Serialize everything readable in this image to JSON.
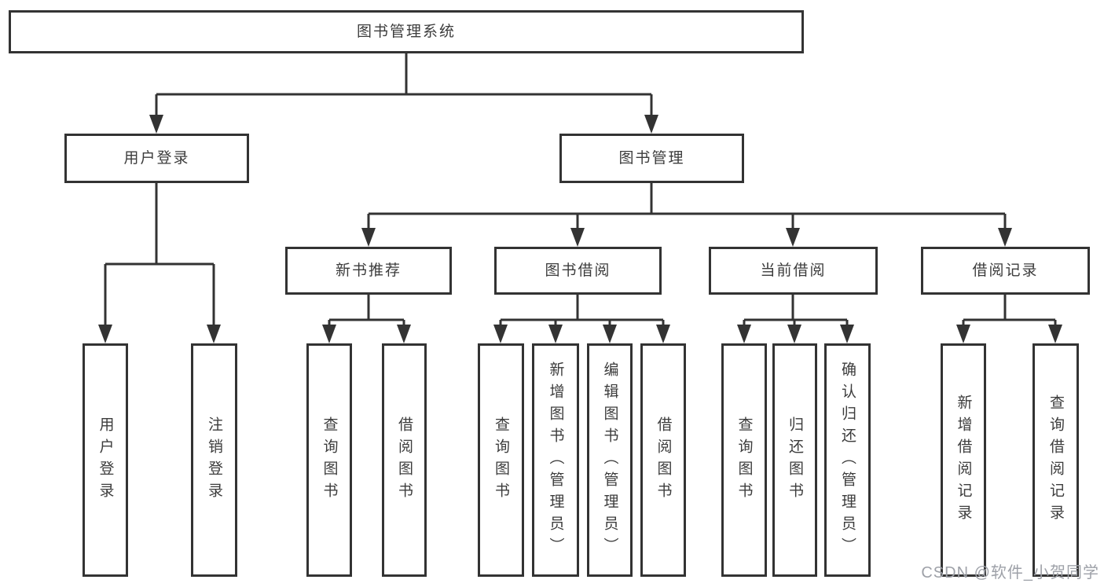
{
  "diagram": {
    "root": {
      "id": "library-management-system",
      "label": "图书管理系统"
    },
    "level2": [
      {
        "id": "user-login",
        "label": "用户登录",
        "parent": "图书管理系统"
      },
      {
        "id": "book-management",
        "label": "图书管理",
        "parent": "图书管理系统"
      }
    ],
    "level3": [
      {
        "id": "new-book-recommend",
        "label": "新书推荐",
        "parent": "图书管理"
      },
      {
        "id": "book-borrowing",
        "label": "图书借阅",
        "parent": "图书管理"
      },
      {
        "id": "current-borrowing",
        "label": "当前借阅",
        "parent": "图书管理"
      },
      {
        "id": "borrowing-records",
        "label": "借阅记录",
        "parent": "图书管理"
      }
    ],
    "leaves": [
      {
        "id": "user-login-leaf",
        "label": "用户登录",
        "parent": "用户登录"
      },
      {
        "id": "logout",
        "label": "注销登录",
        "parent": "用户登录"
      },
      {
        "id": "query-books-1",
        "label": "查询图书",
        "parent": "新书推荐"
      },
      {
        "id": "borrow-books-1",
        "label": "借阅图书",
        "parent": "新书推荐"
      },
      {
        "id": "query-books-2",
        "label": "查询图书",
        "parent": "图书借阅"
      },
      {
        "id": "add-books-admin",
        "label": "新增图书（管理员）",
        "parent": "图书借阅"
      },
      {
        "id": "edit-books-admin",
        "label": "编辑图书（管理员）",
        "parent": "图书借阅"
      },
      {
        "id": "borrow-books-2",
        "label": "借阅图书",
        "parent": "图书借阅"
      },
      {
        "id": "query-books-3",
        "label": "查询图书",
        "parent": "当前借阅"
      },
      {
        "id": "return-books",
        "label": "归还图书",
        "parent": "当前借阅"
      },
      {
        "id": "confirm-return-admin",
        "label": "确认归还（管理员）",
        "parent": "当前借阅"
      },
      {
        "id": "add-borrow-record",
        "label": "新增借阅记录",
        "parent": "借阅记录"
      },
      {
        "id": "query-borrow-record",
        "label": "查询借阅记录",
        "parent": "借阅记录"
      }
    ]
  },
  "watermark": {
    "text": "CSDN @软件_小贺同学"
  },
  "colors": {
    "line": "#333333",
    "text": "#3c3c3c",
    "background": "#ffffff",
    "watermark": "#9ea1a8"
  }
}
